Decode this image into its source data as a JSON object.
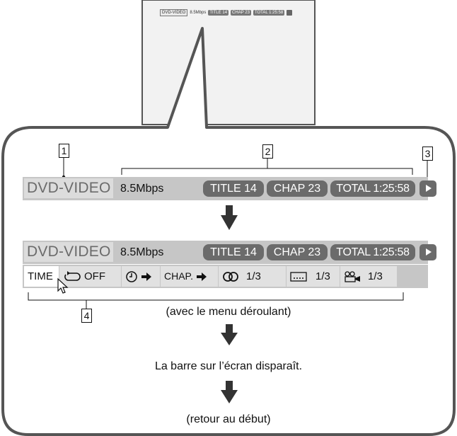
{
  "screen_preview": {
    "dvd": "DVD-VIDEO",
    "rate": "8.5Mbps",
    "title": "TITLE 14",
    "chap": "CHAP 23",
    "total": "TOTAL 1:25:58"
  },
  "callouts": {
    "n1": "1",
    "n2": "2",
    "n3": "3",
    "n4": "4"
  },
  "status_bar": {
    "dvd": "DVD-VIDEO",
    "rate": "8.5Mbps",
    "title": "TITLE 14",
    "chap": "CHAP 23",
    "total": "TOTAL 1:25:58"
  },
  "menu_bar": {
    "time": "TIME",
    "repeat": "OFF",
    "chap": "CHAP.",
    "audio": "1/3",
    "subtitle": "1/3",
    "angle": "1/3"
  },
  "captions": {
    "with_menu": "(avec le menu déroulant)",
    "bar_disappears": "La barre sur l’écran disparaît.",
    "back_to_start": "(retour au début)"
  },
  "colors": {
    "bar_gray": "#c6c6c6",
    "pill_dark": "#6b6b6b",
    "frame": "#555555"
  }
}
